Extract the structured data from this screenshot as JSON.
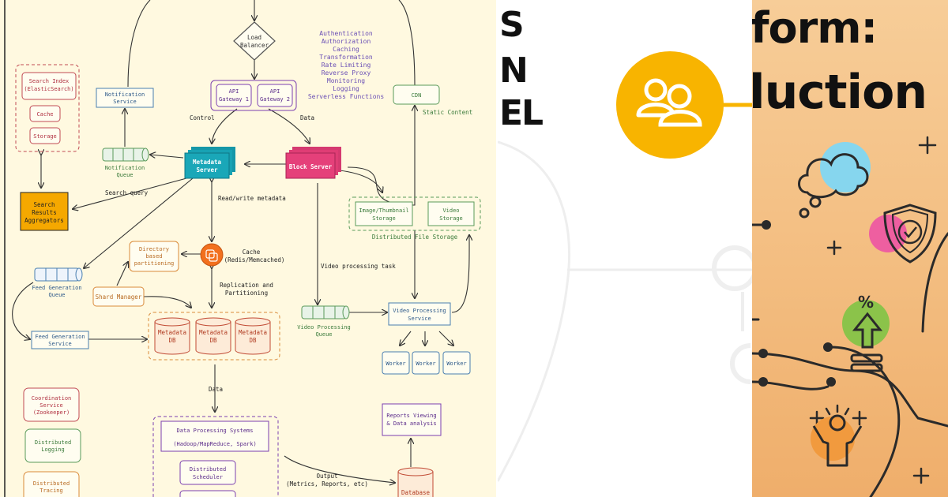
{
  "diagram": {
    "nodes": {
      "load_balancer": [
        "Load",
        "Balancer"
      ],
      "api_gateway_1": [
        "API",
        "Gateway 1"
      ],
      "api_gateway_2": [
        "API",
        "Gateway 2"
      ],
      "gateway_features": [
        "Authentication",
        "Authorization",
        "Caching",
        "Transformation",
        "Rate Limiting",
        "Reverse Proxy",
        "Monitoring",
        "Logging",
        "Serverless Functions"
      ],
      "search_index": [
        "Search Index",
        "(ElasticSearch)"
      ],
      "cache_small": "Cache",
      "storage_small": "Storage",
      "notification_service": [
        "Notification",
        "Service"
      ],
      "notification_queue": [
        "Notification",
        "Queue"
      ],
      "cdn": "CDN",
      "metadata_server": [
        "Metadata",
        "Server"
      ],
      "block_server": "Block Server",
      "search_results_aggregators": [
        "Search",
        "Results",
        "Aggregators"
      ],
      "image_thumbnail_storage": [
        "Image/Thumbnail",
        "Storage"
      ],
      "video_storage": [
        "Video",
        "Storage"
      ],
      "distributed_file_storage": "Distributed File Storage",
      "directory_partitioning": [
        "Directory",
        "based",
        "partitioning"
      ],
      "cache_redis": [
        "Cache",
        "(Redis/Memcached)"
      ],
      "feed_generation_queue": [
        "Feed Generation",
        "Queue"
      ],
      "shard_manager": "Shard Manager",
      "metadata_db": [
        "Metadata",
        "DB"
      ],
      "feed_generation_service": [
        "Feed Generation",
        "Service"
      ],
      "video_processing_queue": [
        "Video Processing",
        "Queue"
      ],
      "video_processing_service": [
        "Video Processing",
        "Service"
      ],
      "worker": "Worker",
      "coordination_service": [
        "Coordination",
        "Service",
        "(Zookeeper)"
      ],
      "distributed_logging": [
        "Distributed",
        "Logging"
      ],
      "distributed_tracing": [
        "Distributed",
        "Tracing"
      ],
      "data_processing_systems": [
        "Data Processing Systems",
        "(Hadoop/MapReduce, Spark)"
      ],
      "distributed_scheduler": [
        "Distributed",
        "Scheduler"
      ],
      "reports_viewing": [
        "Reports Viewing",
        "& Data analysis"
      ],
      "database": "Database"
    },
    "edge_labels": {
      "control": "Control",
      "data": "Data",
      "static_content": "Static Content",
      "search_query": "Search query",
      "read_write_metadata": "Read/write metadata",
      "replication": [
        "Replication and",
        "Partitioning"
      ],
      "video_processing_task": "Video processing task",
      "data_down": "Data",
      "output": [
        "Output",
        "(Metrics, Reports, etc)"
      ]
    }
  },
  "middle_panel": {
    "letters": [
      "S",
      "N",
      "EL"
    ]
  },
  "right_panel": {
    "headline": [
      "form:",
      "luction"
    ]
  },
  "colors": {
    "diagram_bg": "#fff9e0",
    "metadata_server": "#1aa7b8",
    "block_server": "#e5407a",
    "aggregator": "#f5a800",
    "cache_orange": "#f2701e",
    "node_blue": "#4a7fb0",
    "node_red": "#c14a54",
    "node_green": "#5a9a5a",
    "node_orange": "#d98a3a",
    "node_purple": "#7b3fb0",
    "accent_yellow": "#f8b400",
    "right_bg": "#f3bd80"
  }
}
